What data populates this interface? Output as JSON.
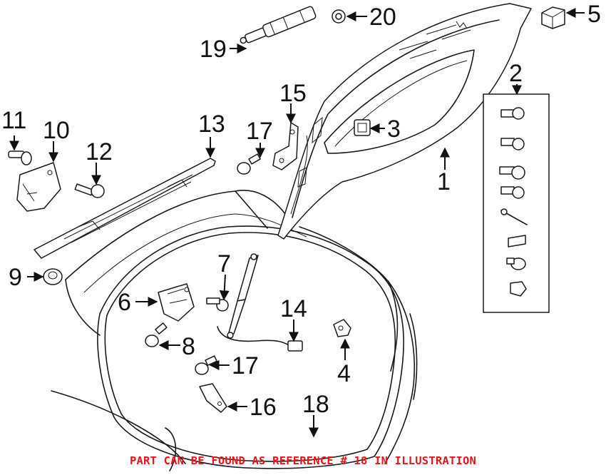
{
  "callouts": [
    {
      "id": "1",
      "label": "1"
    },
    {
      "id": "2",
      "label": "2"
    },
    {
      "id": "3",
      "label": "3"
    },
    {
      "id": "4",
      "label": "4"
    },
    {
      "id": "5",
      "label": "5"
    },
    {
      "id": "6",
      "label": "6"
    },
    {
      "id": "7",
      "label": "7"
    },
    {
      "id": "8",
      "label": "8"
    },
    {
      "id": "9",
      "label": "9"
    },
    {
      "id": "10",
      "label": "10"
    },
    {
      "id": "11",
      "label": "11"
    },
    {
      "id": "12",
      "label": "12"
    },
    {
      "id": "13",
      "label": "13"
    },
    {
      "id": "14",
      "label": "14"
    },
    {
      "id": "15",
      "label": "15"
    },
    {
      "id": "16",
      "label": "16"
    },
    {
      "id": "17a",
      "label": "17"
    },
    {
      "id": "17b",
      "label": "17"
    },
    {
      "id": "18",
      "label": "18"
    },
    {
      "id": "19",
      "label": "19"
    },
    {
      "id": "20",
      "label": "20"
    }
  ],
  "footer_note": "PART CAN BE FOUND AS REFERENCE # 18 IN ILLUSTRATION",
  "footer_color": "#e8141c"
}
